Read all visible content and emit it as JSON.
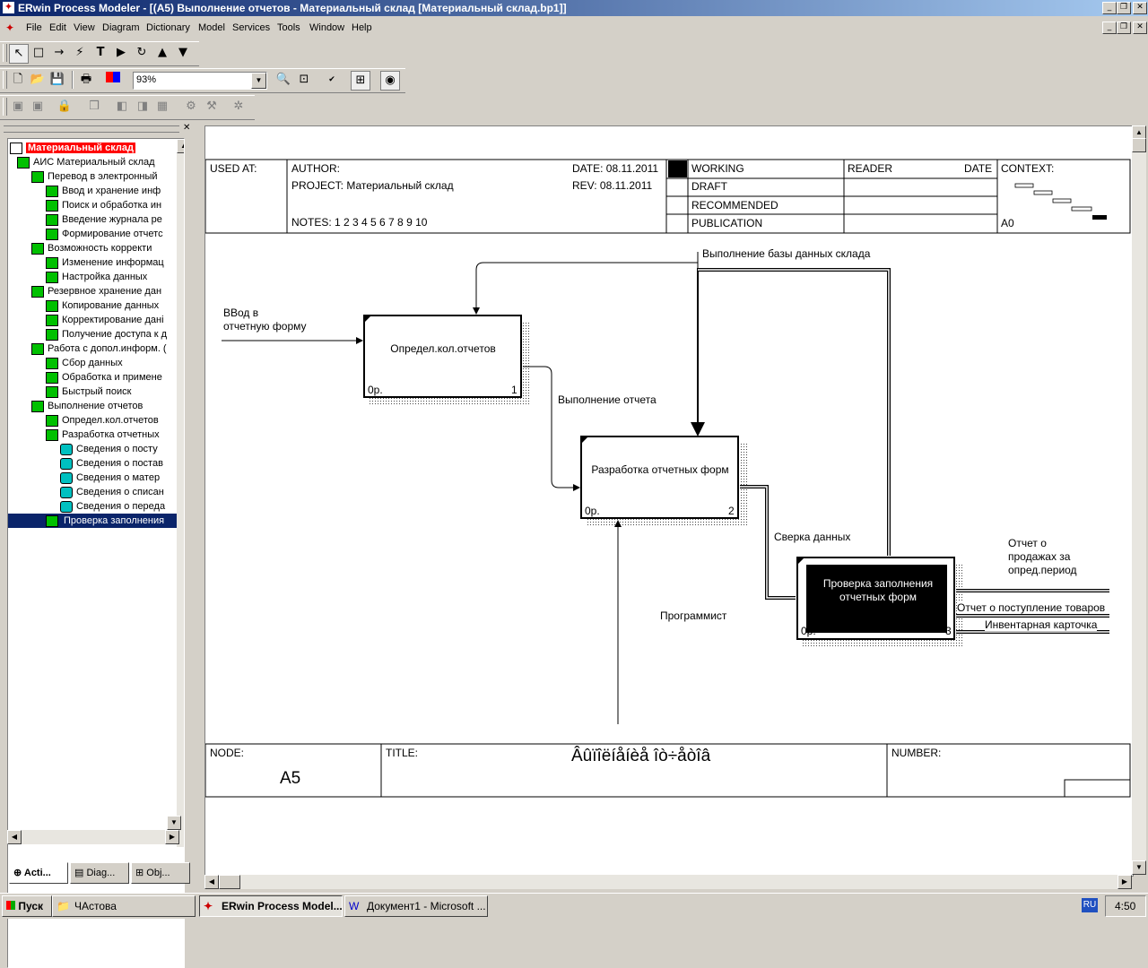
{
  "window": {
    "title": "ERwin Process Modeler - [(A5) Выполнение  отчетов - Материальный склад  [Материальный склад.bp1]]"
  },
  "menu": [
    "File",
    "Edit",
    "View",
    "Diagram",
    "Dictionary",
    "Model",
    "Services",
    "Tools",
    "Window",
    "Help"
  ],
  "toolbar": {
    "zoom": "93%"
  },
  "tree": {
    "root": "Материальный склад",
    "items": [
      {
        "label": "АИС Материальный склад",
        "level": 1,
        "icon": "green-box-icon"
      },
      {
        "label": "Перевод  в  электронный",
        "level": 2,
        "icon": "green-box-icon"
      },
      {
        "label": "Ввод и хранение  инф",
        "level": 3,
        "icon": "green-box-icon"
      },
      {
        "label": "Поиск и обработка  ин",
        "level": 3,
        "icon": "green-box-icon"
      },
      {
        "label": "Введение журнала  ре",
        "level": 3,
        "icon": "green-box-icon"
      },
      {
        "label": "Формирование отчетс",
        "level": 3,
        "icon": "green-box-icon"
      },
      {
        "label": "Возможность  корректи",
        "level": 2,
        "icon": "green-box-icon"
      },
      {
        "label": "Изменение информац",
        "level": 3,
        "icon": "green-box-icon"
      },
      {
        "label": "Настройка данных",
        "level": 3,
        "icon": "green-box-icon"
      },
      {
        "label": "Резервное хранение  дан",
        "level": 2,
        "icon": "green-box-icon"
      },
      {
        "label": "Копирование  данных",
        "level": 3,
        "icon": "green-box-icon"
      },
      {
        "label": "Корректирование дані",
        "level": 3,
        "icon": "green-box-icon"
      },
      {
        "label": "Получение доступа к д",
        "level": 3,
        "icon": "green-box-icon"
      },
      {
        "label": "Работа с допол.информ. (",
        "level": 2,
        "icon": "green-box-icon"
      },
      {
        "label": "Сбор данных",
        "level": 3,
        "icon": "green-box-icon"
      },
      {
        "label": "Обработка и примене",
        "level": 3,
        "icon": "green-box-icon"
      },
      {
        "label": "Быстрый поиск",
        "level": 3,
        "icon": "green-box-icon"
      },
      {
        "label": "Выполнение  отчетов",
        "level": 2,
        "icon": "green-box-icon"
      },
      {
        "label": "Определ.кол.отчетов",
        "level": 3,
        "icon": "green-box-icon"
      },
      {
        "label": "Разработка отчетных",
        "level": 3,
        "icon": "green-box-icon"
      },
      {
        "label": "Сведения о  посту",
        "level": 4,
        "icon": "cyan-box-icon"
      },
      {
        "label": "Сведения  о постав",
        "level": 4,
        "icon": "cyan-box-icon"
      },
      {
        "label": "Сведения о  матер",
        "level": 4,
        "icon": "cyan-box-icon"
      },
      {
        "label": "Сведения о  списан",
        "level": 4,
        "icon": "cyan-box-icon"
      },
      {
        "label": "Сведения о  переда",
        "level": 4,
        "icon": "cyan-box-icon"
      },
      {
        "label": "Проверка заполнения",
        "level": 3,
        "icon": "green-box-icon",
        "selected": true
      }
    ],
    "tabs": [
      "Acti...",
      "Diag...",
      "Obj..."
    ]
  },
  "frame": {
    "used_at": "USED AT:",
    "author": "AUTHOR:",
    "project": "PROJECT:  Материальный склад",
    "date_label": "DATE:  08.11.2011",
    "rev_label": "REV:    08.11.2011",
    "notes": "NOTES:  1  2  3  4  5  6  7  8  9  10",
    "working": "WORKING",
    "draft": "DRAFT",
    "recommended": "RECOMMENDED",
    "publication": "PUBLICATION",
    "reader": "READER",
    "date": "DATE",
    "context": "CONTEXT:",
    "a0": "A0",
    "node_label": "NODE:",
    "node_value": "A5",
    "title_label": "TITLE:",
    "title_value": "Âûïîëíåíèå  îò÷åòîâ",
    "number_label": "NUMBER:"
  },
  "diagram": {
    "boxes": [
      {
        "name": "Определ.кол.отчетов",
        "cost": "0р.",
        "num": "1"
      },
      {
        "name": "Разработка отчетных форм",
        "cost": "0р.",
        "num": "2"
      },
      {
        "name": "Проверка заполнения отчетных форм",
        "cost": "0р.",
        "num": "3"
      }
    ],
    "arrows": {
      "input": "ВВод в\nотчетную форму",
      "control": "Выполнение базы данных склада",
      "report": "Выполнение отчета",
      "check": "Сверка данных",
      "mechanism": "Программист",
      "out1": "Отчет о\nпродажах за\nопред.период",
      "out2": "Отчет о поступление товаров",
      "out3": "Инвентарная карточка"
    }
  },
  "taskbar": {
    "start": "Пуск",
    "tasks": [
      "ЧАстова",
      "ERwin Process Model...",
      "Документ1 - Microsoft ..."
    ],
    "lang": "RU",
    "clock": "4:50"
  }
}
